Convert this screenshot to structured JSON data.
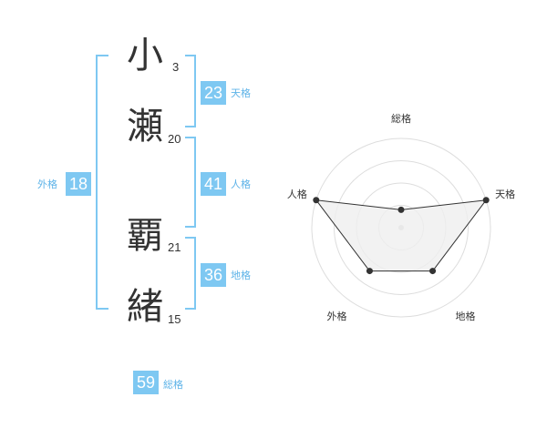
{
  "name_characters": [
    {
      "char": "小",
      "strokes": "3"
    },
    {
      "char": "瀬",
      "strokes": "20"
    },
    {
      "char": "覇",
      "strokes": "21"
    },
    {
      "char": "緒",
      "strokes": "15"
    }
  ],
  "fortune": {
    "tenkaku": {
      "value": "23",
      "label": "天格"
    },
    "jinkaku": {
      "value": "41",
      "label": "人格"
    },
    "chikaku": {
      "value": "36",
      "label": "地格"
    },
    "gaikaku": {
      "value": "18",
      "label": "外格"
    },
    "soukaku": {
      "value": "59",
      "label": "総格"
    }
  },
  "colors": {
    "accent": "#7ec8f2",
    "label": "#5db3e8",
    "text": "#333333"
  },
  "chart_data": {
    "type": "radar",
    "axes": [
      "総格",
      "天格",
      "地格",
      "外格",
      "人格"
    ],
    "values": [
      1,
      5,
      3,
      3,
      5
    ],
    "range": [
      0,
      5
    ],
    "rings": 4
  }
}
